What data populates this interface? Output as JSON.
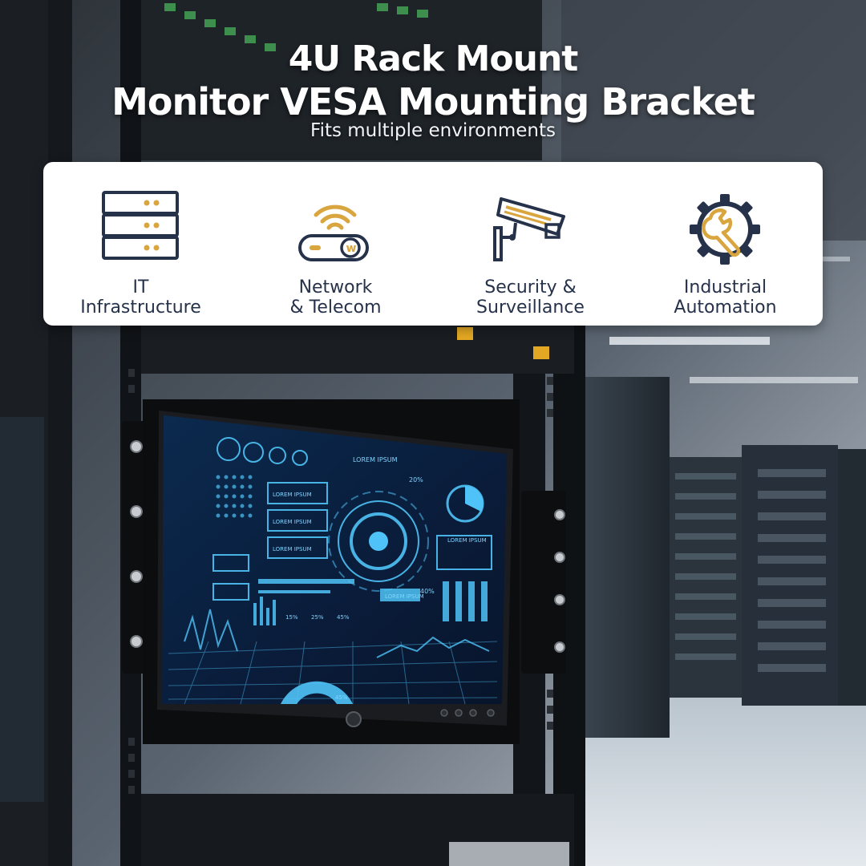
{
  "header": {
    "title_line1": "4U Rack Mount",
    "title_line2": "Monitor VESA Mounting Bracket",
    "subtitle": "Fits multiple environments"
  },
  "features": [
    {
      "icon": "server-stack-icon",
      "line1": "IT",
      "line2": "Infrastructure"
    },
    {
      "icon": "wifi-router-icon",
      "line1": "Network",
      "line2": "& Telecom"
    },
    {
      "icon": "security-camera-icon",
      "line1": "Security &",
      "line2": "Surveillance"
    },
    {
      "icon": "gear-wrench-icon",
      "line1": "Industrial",
      "line2": "Automation"
    }
  ],
  "monitor_screen": {
    "label_text": "LOREM IPSUM",
    "percent_20": "20%",
    "percent_40": "40%",
    "percent_15": "15%",
    "percent_25": "25%",
    "percent_45": "45%"
  },
  "colors": {
    "icon_navy": "#26324a",
    "icon_gold": "#d9a53f",
    "panel_white": "#ffffff",
    "screen_cyan": "#4fc3f7"
  }
}
